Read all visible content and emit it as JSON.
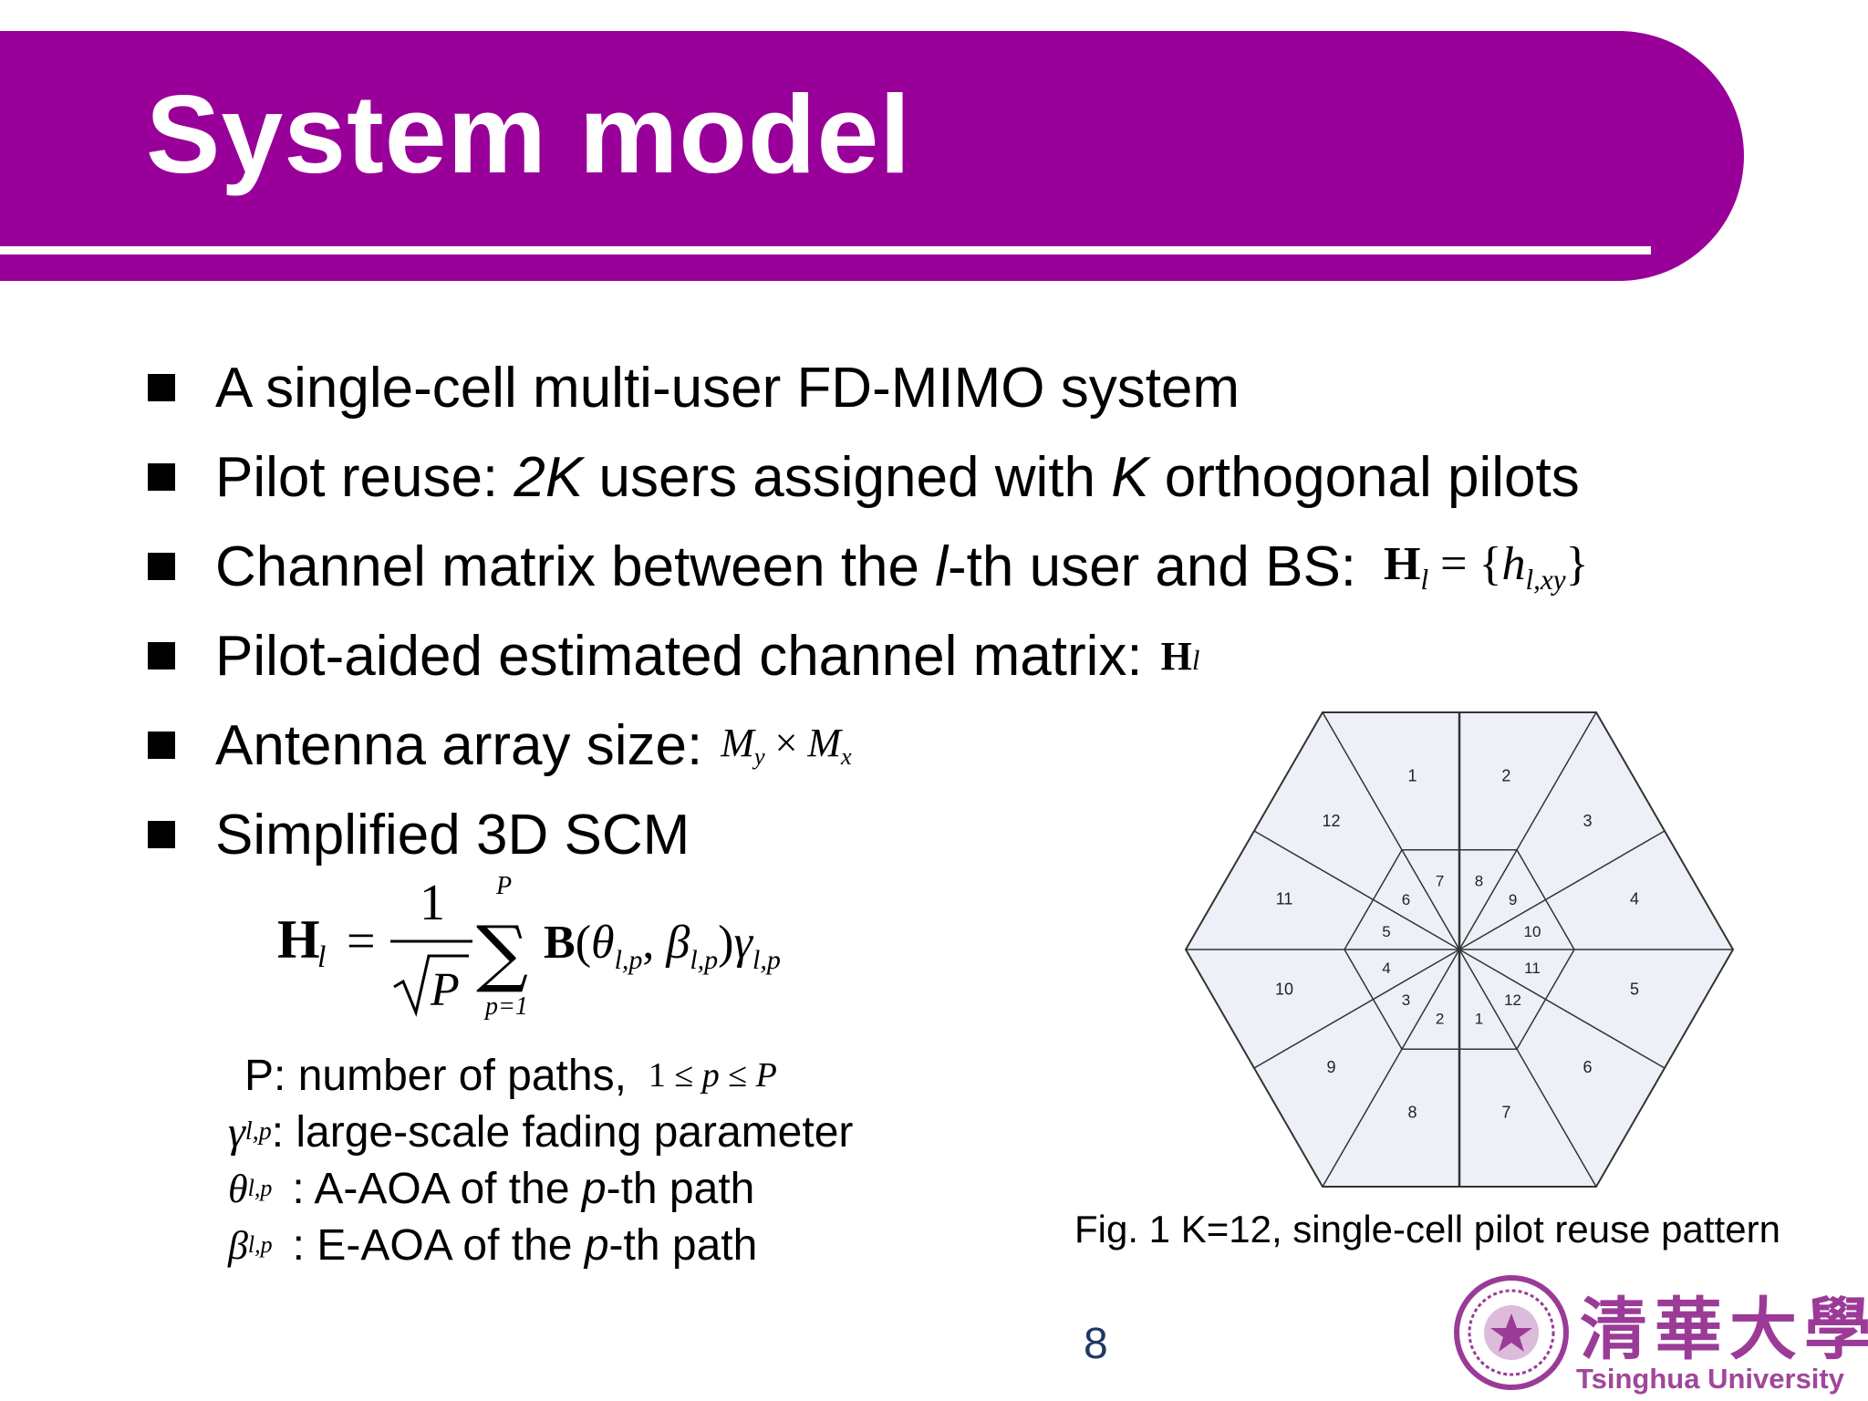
{
  "slide": {
    "title": "System model",
    "page_number": "8"
  },
  "bullets": [
    {
      "text": "A single-cell multi-user FD-MIMO system"
    },
    {
      "pre": "Pilot reuse: ",
      "em1": "2K",
      "mid": " users assigned with ",
      "em2": "K",
      "post": " orthogonal pilots"
    },
    {
      "pre": "Channel matrix between the ",
      "em": "l",
      "post": "-th user and BS:",
      "math": "H_l = {h_l,xy}"
    },
    {
      "text": "Pilot-aided estimated channel matrix:",
      "math": "H_l"
    },
    {
      "text": "Antenna array size:",
      "math": "M_y × M_x"
    },
    {
      "text": "Simplified 3D SCM"
    }
  ],
  "formula": {
    "lhs": "H",
    "lhs_sub": "l",
    "equals": "=",
    "numerator": "1",
    "sqrt_arg": "P",
    "sum_upper": "P",
    "sum_lower": "p=1",
    "term": "B(θ_l,p , β_l,p)γ_l,p"
  },
  "legend": [
    {
      "label": "P: number of paths,",
      "math": "1 ≤ p ≤ P"
    },
    {
      "symbol": "γ",
      "sub": "l,p",
      "text": ": large-scale fading parameter"
    },
    {
      "symbol": "θ",
      "sub": "l,p",
      "pre": ": A-AOA of the ",
      "em": "p",
      "post": "-th path"
    },
    {
      "symbol": "β",
      "sub": "l,p",
      "pre": ": E-AOA of the ",
      "em": "p",
      "post": "-th path"
    }
  ],
  "figure": {
    "caption": "Fig. 1 K=12, single-cell pilot reuse pattern",
    "outer_labels": [
      "1",
      "2",
      "3",
      "4",
      "5",
      "6",
      "7",
      "8",
      "9",
      "10",
      "11",
      "12"
    ],
    "inner_labels": [
      "7",
      "8",
      "9",
      "10",
      "11",
      "12",
      "1",
      "2",
      "3",
      "4",
      "5",
      "6"
    ],
    "fill_color": "#eef0f8"
  },
  "logo": {
    "chinese": "清華大學",
    "english": "Tsinghua University"
  },
  "colors": {
    "banner": "#990099",
    "page_number": "#1f3864",
    "logo": "#9b3b97"
  }
}
